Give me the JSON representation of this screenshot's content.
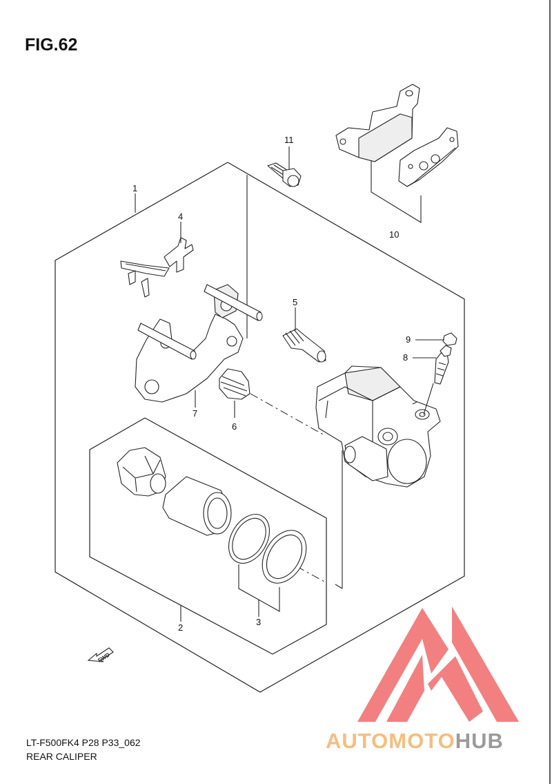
{
  "figure": {
    "title": "FIG.62",
    "code": "LT-F500FK4 P28 P33_062",
    "name": "REAR CALIPER"
  },
  "callouts": [
    "1",
    "2",
    "3",
    "4",
    "5",
    "6",
    "7",
    "8",
    "9",
    "10",
    "11"
  ],
  "direction_marker": "FWD",
  "watermark": {
    "text_a": "AUTOMOTO",
    "text_b": "HUB",
    "color_a": "#f5b26b",
    "color_b": "#8a8a8a",
    "logo_color": "#f26b6b"
  }
}
